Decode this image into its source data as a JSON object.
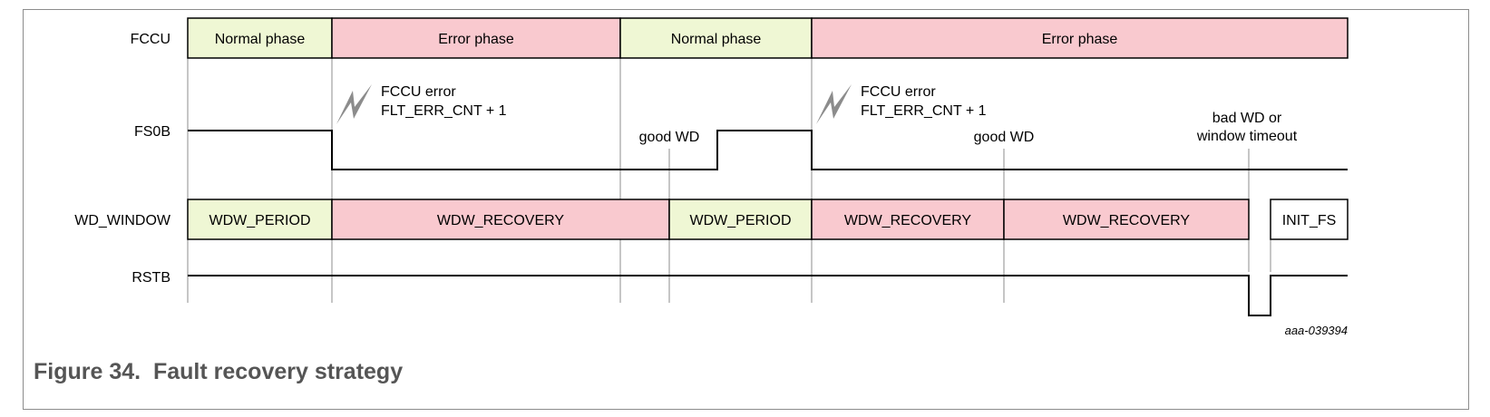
{
  "colors": {
    "normal": "#eff7d4",
    "error": "#f9c9cf",
    "neutral": "#ffffff",
    "line": "#000000",
    "guide": "#8c8c8c",
    "bolt": "#8c8c8c",
    "caption": "#555555"
  },
  "signals": {
    "fccu": "FCCU",
    "fs0b": "FS0B",
    "wd_window": "WD_WINDOW",
    "rstb": "RSTB"
  },
  "fccu_phases": [
    {
      "label": "Normal phase",
      "kind": "normal"
    },
    {
      "label": "Error phase",
      "kind": "error"
    },
    {
      "label": "Normal phase",
      "kind": "normal"
    },
    {
      "label": "Error phase",
      "kind": "error"
    }
  ],
  "wd_phases": [
    {
      "label": "WDW_PERIOD",
      "kind": "normal"
    },
    {
      "label": "WDW_RECOVERY",
      "kind": "error"
    },
    {
      "label": "WDW_PERIOD",
      "kind": "normal"
    },
    {
      "label": "WDW_RECOVERY",
      "kind": "error"
    },
    {
      "label": "WDW_RECOVERY",
      "kind": "error"
    },
    {
      "label": "INIT_FS",
      "kind": "neutral"
    }
  ],
  "annotations": {
    "fccu_error_1": {
      "line1": "FCCU error",
      "line2": "FLT_ERR_CNT + 1"
    },
    "fccu_error_2": {
      "line1": "FCCU error",
      "line2": "FLT_ERR_CNT + 1"
    },
    "good_wd_1": "good WD",
    "good_wd_2": "good WD",
    "bad_wd": {
      "line1": "bad WD or",
      "line2": "window timeout"
    }
  },
  "figure_code": "aaa-039394",
  "caption": "Figure 34.  Fault recovery strategy",
  "icons": {
    "bolt": "lightning-bolt-icon"
  }
}
